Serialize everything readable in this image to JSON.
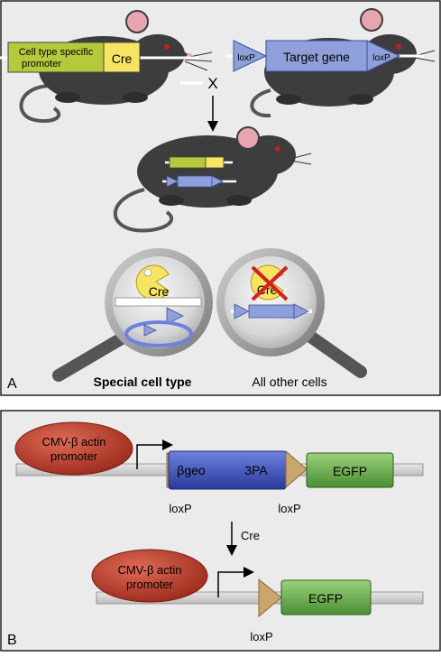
{
  "panel_a": {
    "panel_letter": "A",
    "cross_symbol": "X",
    "mouse1": {
      "promoter_label": "Cell type specific promoter",
      "promoter_line1": "Cell type specific",
      "promoter_line2": "promoter",
      "cre_label": "Cre"
    },
    "mouse2": {
      "loxp_left": "loxP",
      "target_label": "Target gene",
      "loxp_right": "loxP"
    },
    "lens_left": {
      "cre_label": "Cre",
      "caption": "Special cell type"
    },
    "lens_right": {
      "cre_label": "Cre",
      "caption": "All other cells"
    }
  },
  "panel_b": {
    "panel_letter": "B",
    "top": {
      "promoter_line1": "CMV-β actin",
      "promoter_line2": "promoter",
      "bgeo": "βgeo",
      "tpa": "3PA",
      "egfp": "EGFP",
      "loxp_left": "loxP",
      "loxp_right": "loxP"
    },
    "cre_arrow_label": "Cre",
    "bottom": {
      "promoter_line1": "CMV-β actin",
      "promoter_line2": "promoter",
      "egfp": "EGFP",
      "loxp": "loxP"
    }
  },
  "colors": {
    "panel_a_bg": "#ebebeb",
    "panel_b_bg": "#ebebeb",
    "mouse_body": "#3d3d3d",
    "promoter_green": "#b5c93a",
    "cre_yellow": "#f7e463",
    "loxp_blue": "#8f9fd9",
    "bgeo_blue": "#3a4fb5",
    "egfp_green": "#6bb04a",
    "loxp_tan": "#c9a66b",
    "promoter_red": "#b33a2a",
    "cross_red": "#d42020"
  }
}
